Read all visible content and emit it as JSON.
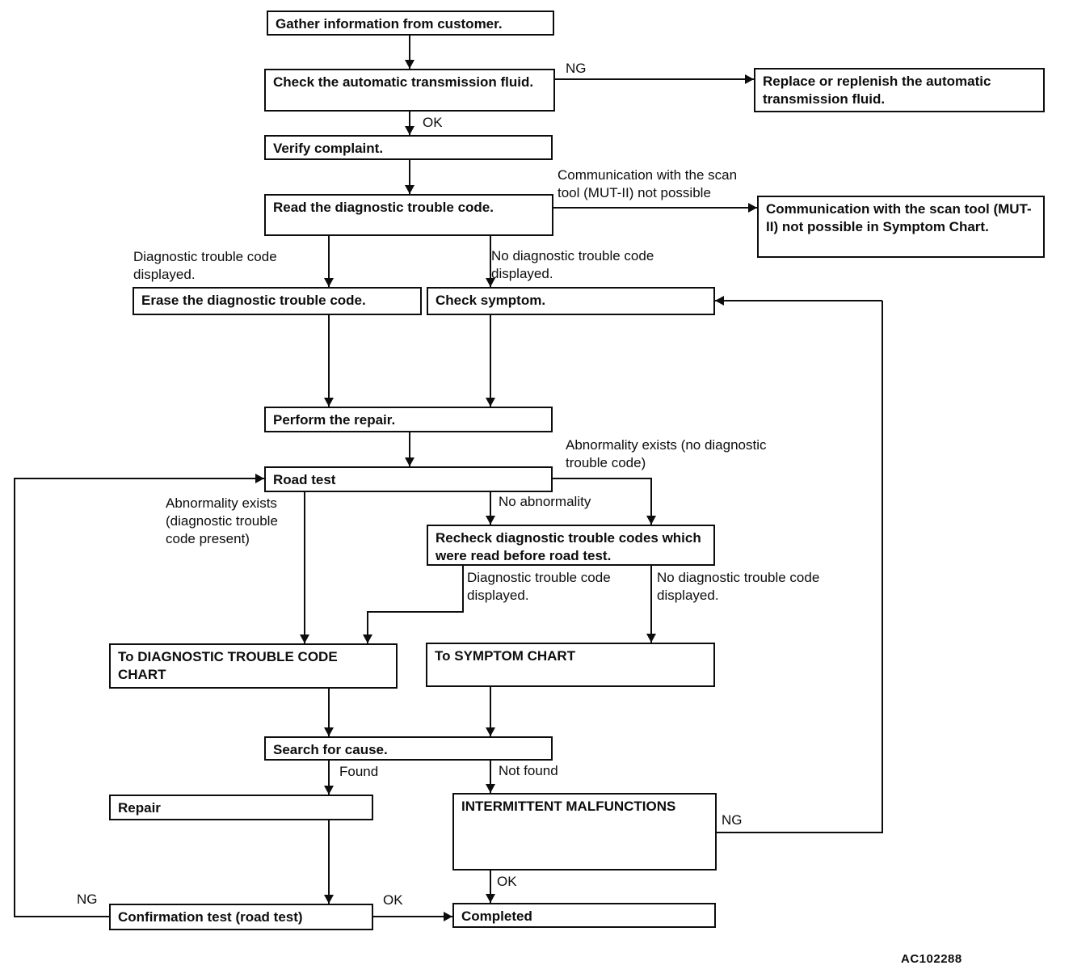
{
  "figure": {
    "footer_code": "AC102288",
    "colors": {
      "ink": "#0d0d0d",
      "paper": "#ffffff"
    },
    "nodes": {
      "gather": "Gather information from customer.",
      "check_fluid": "Check the automatic transmission fluid.",
      "replace_fluid": "Replace or replenish the automatic transmission fluid.",
      "verify": "Verify complaint.",
      "read_dtc": "Read the diagnostic trouble code.",
      "comm_symptom": "Communication with the scan tool (MUT-II) not possible in Symptom Chart.",
      "erase_dtc": "Erase the diagnostic trouble code.",
      "check_symptom": "Check symptom.",
      "perform_repair": "Perform the repair.",
      "road_test": "Road test",
      "recheck_dtc": "Recheck diagnostic trouble codes which were read before road test.",
      "to_dtc_chart": "To DIAGNOSTIC TROUBLE CODE CHART",
      "to_symptom_chart": "To SYMPTOM CHART",
      "search_cause": "Search for cause.",
      "repair": "Repair",
      "intermittent": "INTERMITTENT MALFUNCTIONS",
      "confirmation_test": "Confirmation test (road test)",
      "completed": "Completed"
    },
    "edge_labels": {
      "ng_fluid": "NG",
      "ok_fluid": "OK",
      "comm_not_possible": "Communication with the scan\ntool (MUT-II) not possible",
      "dtc_displayed_1": "Diagnostic trouble code\ndisplayed.",
      "no_dtc_displayed_1": "No diagnostic trouble code\ndisplayed.",
      "abnormality_no_dtc": "Abnormality exists (no diagnostic\ntrouble code)",
      "no_abnormality": "No abnormality",
      "abnormality_dtc": "Abnormality exists\n(diagnostic trouble\ncode present)",
      "dtc_displayed_2": "Diagnostic trouble code\ndisplayed.",
      "no_dtc_displayed_2": "No diagnostic trouble code\ndisplayed.",
      "found": "Found",
      "not_found": "Not found",
      "ng_intermittent": "NG",
      "ok_intermittent": "OK",
      "ng_confirmation": "NG",
      "ok_confirmation": "OK"
    },
    "edges": [
      "gather -> check_fluid",
      "check_fluid -NG-> replace_fluid",
      "check_fluid -OK-> verify",
      "verify -> read_dtc",
      "read_dtc -Communication with the scan tool (MUT-II) not possible-> comm_symptom",
      "read_dtc -Diagnostic trouble code displayed.-> erase_dtc",
      "read_dtc -No diagnostic trouble code displayed.-> check_symptom",
      "erase_dtc -> perform_repair",
      "check_symptom -> perform_repair",
      "perform_repair -> road_test",
      "road_test -No abnormality-> recheck_dtc",
      "road_test -Abnormality exists (no diagnostic trouble code)-> recheck_dtc",
      "road_test -Abnormality exists (diagnostic trouble code present)-> to_dtc_chart",
      "recheck_dtc -Diagnostic trouble code displayed.-> to_dtc_chart",
      "recheck_dtc -No diagnostic trouble code displayed.-> to_symptom_chart",
      "to_dtc_chart -> search_cause",
      "to_symptom_chart -> search_cause",
      "search_cause -Found-> repair",
      "search_cause -Not found-> intermittent",
      "repair -> confirmation_test",
      "intermittent -OK-> completed",
      "intermittent -NG-> check_symptom",
      "confirmation_test -OK-> completed",
      "confirmation_test -NG-> road_test"
    ]
  }
}
